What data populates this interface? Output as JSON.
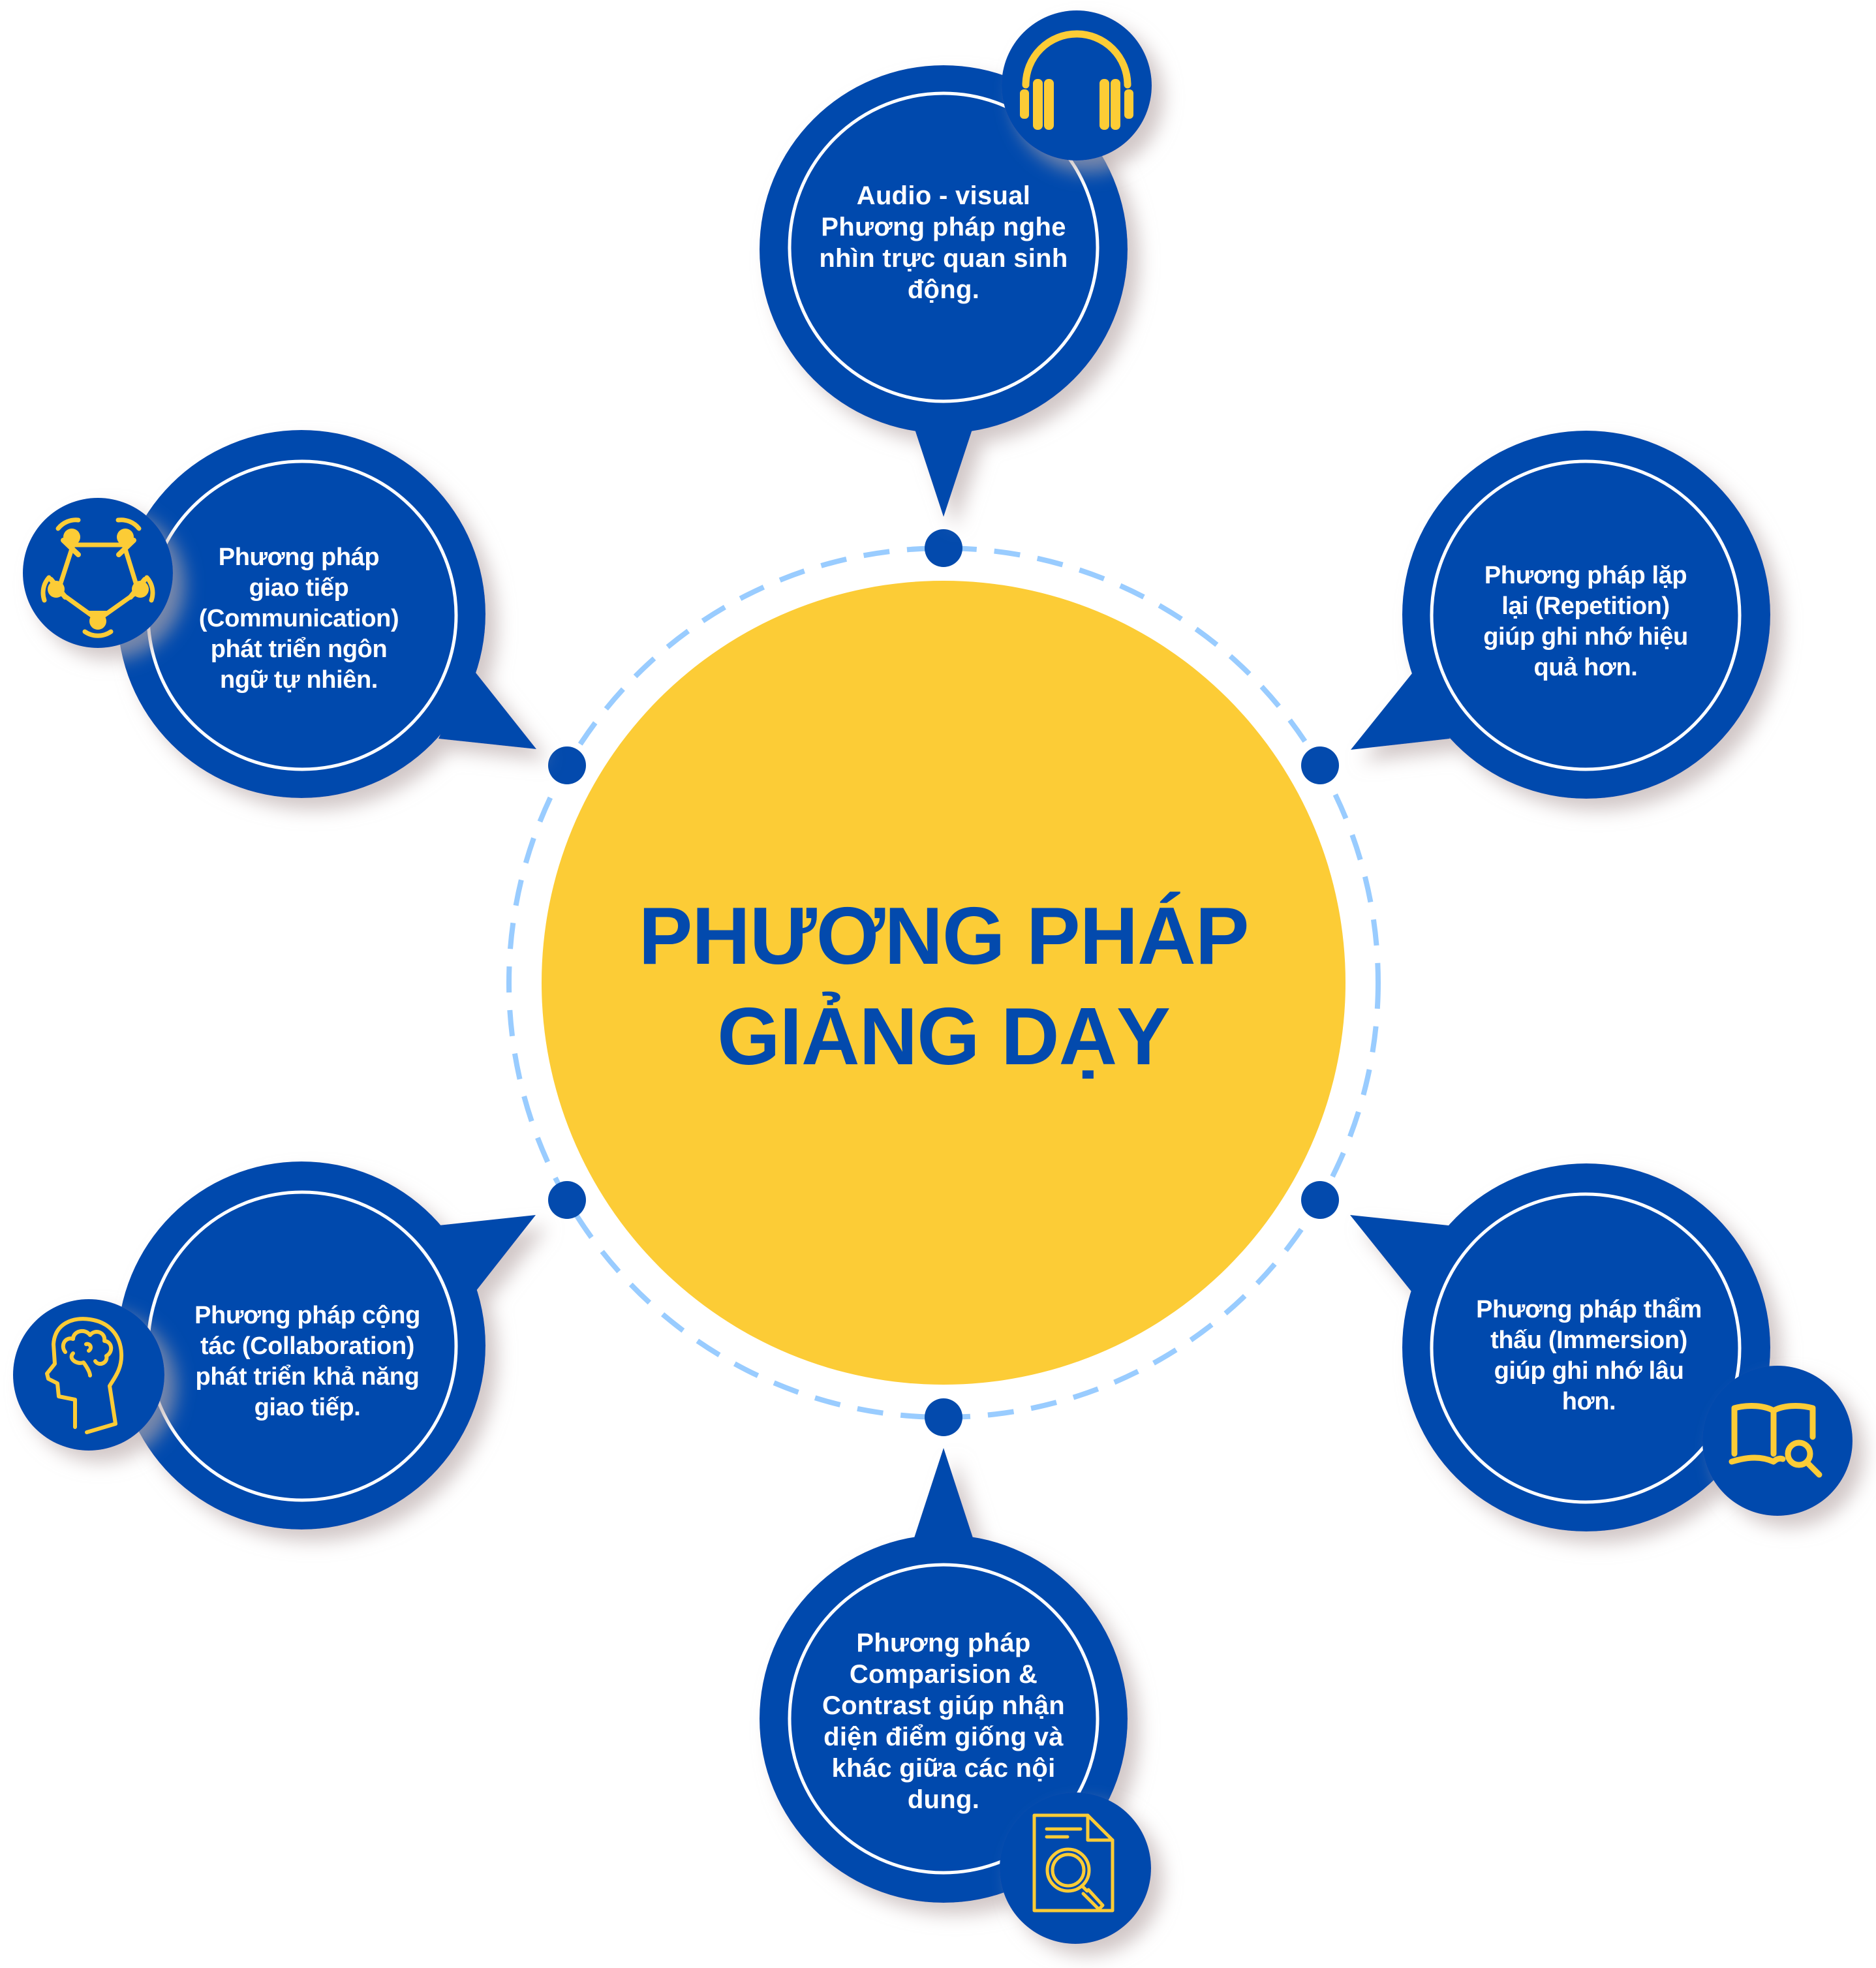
{
  "colors": {
    "primary_blue": "#034AAD",
    "accent_yellow": "#FCCC36",
    "ring_dash": "#99CCFF",
    "text_white": "#FFFFFF",
    "shadow": "#CFC6C6",
    "background": "#FFFFFF"
  },
  "center": {
    "title_line1": "PHƯƠNG PHÁP",
    "title_line2": "GIẢNG DẠY"
  },
  "bubbles": [
    {
      "id": "audio-visual",
      "position": "top",
      "icon": "headphones-icon",
      "lines": [
        "Audio - visual",
        "Phương pháp nghe",
        "nhìn trực quan sinh",
        "động."
      ]
    },
    {
      "id": "repetition",
      "position": "upper-right",
      "icon": null,
      "lines": [
        "Phương pháp lặp",
        "lại (Repetition)",
        "giúp ghi nhớ hiệu",
        "quả hơn."
      ]
    },
    {
      "id": "immersion",
      "position": "lower-right",
      "icon": "book-search-icon",
      "lines": [
        "Phương pháp thẩm",
        "thấu (Immersion)",
        "giúp ghi nhớ lâu",
        "hơn."
      ]
    },
    {
      "id": "comparison-contrast",
      "position": "bottom",
      "icon": "document-search-icon",
      "lines": [
        "Phương pháp",
        "Comparision &",
        "Contrast giúp nhận",
        "diện điểm giống và",
        "khác giữa các nội",
        "dung."
      ]
    },
    {
      "id": "collaboration",
      "position": "lower-left",
      "icon": "head-brain-icon",
      "lines": [
        "Phương pháp cộng",
        "tác (Collaboration)",
        "phát triển khả năng",
        "giao tiếp."
      ]
    },
    {
      "id": "communication",
      "position": "upper-left",
      "icon": "team-circle-icon",
      "lines": [
        "Phương pháp",
        "giao tiếp",
        "(Communication)",
        "phát triển ngôn",
        "ngữ tự nhiên."
      ]
    }
  ]
}
